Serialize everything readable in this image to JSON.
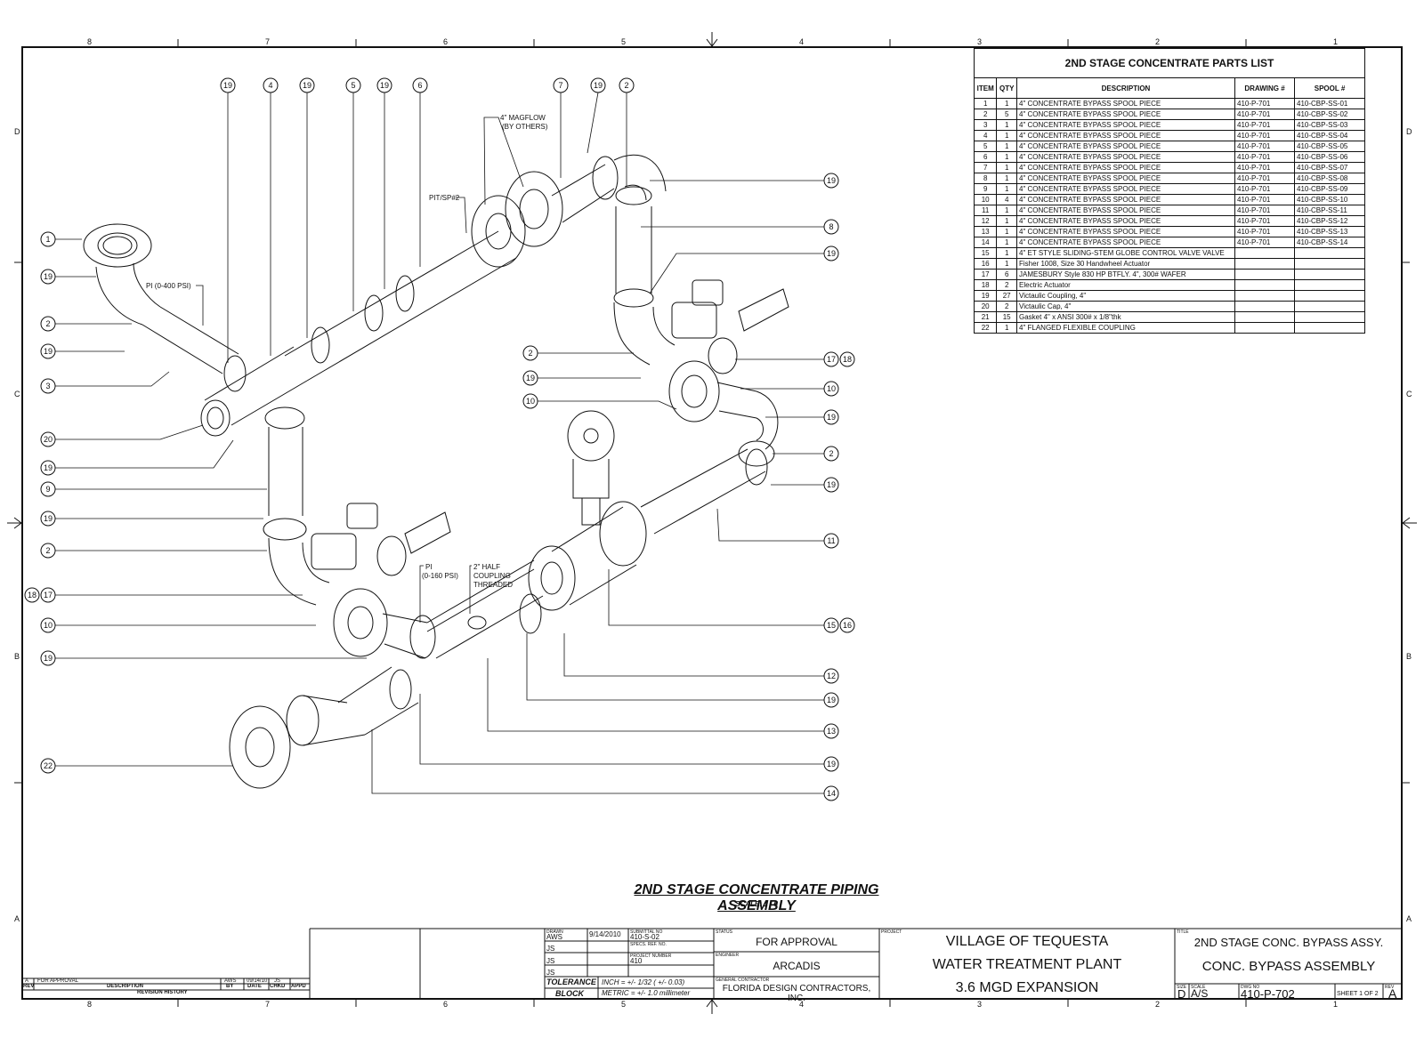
{
  "zones": {
    "columns": [
      "8",
      "7",
      "6",
      "5",
      "4",
      "3",
      "2",
      "1"
    ],
    "rows": [
      "D",
      "C",
      "B",
      "A"
    ]
  },
  "parts_list": {
    "title": "2ND STAGE CONCENTRATE PARTS LIST",
    "headers": [
      "ITEM",
      "QTY",
      "DESCRIPTION",
      "DRAWING #",
      "SPOOL #"
    ],
    "rows": [
      [
        "1",
        "1",
        "4\" CONCENTRATE BYPASS SPOOL PIECE",
        "410-P-701",
        "410-CBP-SS-01"
      ],
      [
        "2",
        "5",
        "4\" CONCENTRATE BYPASS SPOOL PIECE",
        "410-P-701",
        "410-CBP-SS-02"
      ],
      [
        "3",
        "1",
        "4\" CONCENTRATE BYPASS SPOOL PIECE",
        "410-P-701",
        "410-CBP-SS-03"
      ],
      [
        "4",
        "1",
        "4\" CONCENTRATE BYPASS SPOOL PIECE",
        "410-P-701",
        "410-CBP-SS-04"
      ],
      [
        "5",
        "1",
        "4\" CONCENTRATE BYPASS SPOOL PIECE",
        "410-P-701",
        "410-CBP-SS-05"
      ],
      [
        "6",
        "1",
        "4\" CONCENTRATE BYPASS SPOOL PIECE",
        "410-P-701",
        "410-CBP-SS-06"
      ],
      [
        "7",
        "1",
        "4\" CONCENTRATE BYPASS SPOOL PIECE",
        "410-P-701",
        "410-CBP-SS-07"
      ],
      [
        "8",
        "1",
        "4\" CONCENTRATE BYPASS SPOOL PIECE",
        "410-P-701",
        "410-CBP-SS-08"
      ],
      [
        "9",
        "1",
        "4\" CONCENTRATE BYPASS SPOOL PIECE",
        "410-P-701",
        "410-CBP-SS-09"
      ],
      [
        "10",
        "4",
        "4\" CONCENTRATE BYPASS SPOOL PIECE",
        "410-P-701",
        "410-CBP-SS-10"
      ],
      [
        "11",
        "1",
        "4\" CONCENTRATE BYPASS SPOOL PIECE",
        "410-P-701",
        "410-CBP-SS-11"
      ],
      [
        "12",
        "1",
        "4\" CONCENTRATE BYPASS SPOOL PIECE",
        "410-P-701",
        "410-CBP-SS-12"
      ],
      [
        "13",
        "1",
        "4\" CONCENTRATE BYPASS SPOOL PIECE",
        "410-P-701",
        "410-CBP-SS-13"
      ],
      [
        "14",
        "1",
        "4\" CONCENTRATE BYPASS SPOOL PIECE",
        "410-P-701",
        "410-CBP-SS-14"
      ],
      [
        "15",
        "1",
        "4\" ET STYLE SLIDING-STEM GLOBE CONTROL VALVE VALVE",
        "",
        ""
      ],
      [
        "16",
        "1",
        "Fisher 1008, Size 30 Handwheel Actuator",
        "",
        ""
      ],
      [
        "17",
        "6",
        "JAMESBURY Style 830 HP BTFLY. 4\", 300# WAFER",
        "",
        ""
      ],
      [
        "18",
        "2",
        "Electric Actuator",
        "",
        ""
      ],
      [
        "19",
        "27",
        "Victaulic Coupling, 4\"",
        "",
        ""
      ],
      [
        "20",
        "2",
        "Victaulic Cap, 4\"",
        "",
        ""
      ],
      [
        "21",
        "15",
        "Gasket 4\" x ANSI 300# x 1/8\"thk",
        "",
        ""
      ],
      [
        "22",
        "1",
        "4\" FLANGED FLEXIBLE COUPLING",
        "",
        ""
      ]
    ]
  },
  "callouts": {
    "magflow": [
      "4\" MAGFLOW",
      "(BY OTHERS)"
    ],
    "pit": "PIT/SP#2",
    "pi_top": "PI (0-400 PSI)",
    "pi_bottom": [
      "PI",
      "(0-160 PSI)"
    ],
    "half_coupling": [
      "2\" HALF",
      "COUPLING",
      "THREADED"
    ]
  },
  "top_bubbles": [
    "19",
    "4",
    "19",
    "5",
    "19",
    "6",
    "7",
    "19",
    "2"
  ],
  "left_bubbles": [
    "1",
    "19",
    "2",
    "19",
    "3",
    "20",
    "19",
    "9",
    "19",
    "2",
    "17",
    "18",
    "10",
    "19",
    "22"
  ],
  "right_bubbles": [
    "19",
    "8",
    "19",
    "17",
    "18",
    "10",
    "19",
    "2",
    "19",
    "11",
    "15",
    "16",
    "12",
    "19",
    "13",
    "19",
    "14",
    "2",
    "19",
    "10"
  ],
  "assembly": {
    "title": "2ND STAGE CONCENTRATE PIPING ASSEMBLY",
    "scale": "SCALE: 1 / 6"
  },
  "revision": {
    "rev": "A",
    "description": "FOR APPROVAL",
    "by": "AWS",
    "date": "09/14/10",
    "chkd": "JS",
    "headers": [
      "REV",
      "DESCRIPTION",
      "BY",
      "DATE",
      "CHKD",
      "APPD"
    ],
    "history_label": "REVISION HISTORY"
  },
  "title_block": {
    "drawn_label": "DRAWN",
    "drawn": "AWS",
    "drawn_date": "9/14/2010",
    "submittal_label": "SUBMITTAL NO",
    "submittal": "410-S-02",
    "spec_label": "SPECS. REF. NO.",
    "proj_no_label": "PROJECT NUMBER",
    "proj_no": "410",
    "chk1": "JS",
    "chk2": "JS",
    "chk3": "JS",
    "tolerance_label": "TOLERANCE",
    "block_label": "BLOCK",
    "inch": "INCH = +/- 1/32 ( +/- 0.03)",
    "metric": "METRIC = +/- 1.0 millimeter",
    "status_label": "STATUS",
    "status": "FOR APPROVAL",
    "engineer_label": "ENGINEER",
    "engineer": "ARCADIS",
    "gc_label": "GENERAL CONTRACTOR",
    "gc": "FLORIDA DESIGN CONTRACTORS, INC.",
    "project_label": "PROJECT",
    "project_lines": [
      "VILLAGE OF TEQUESTA",
      "WATER TREATMENT PLANT",
      "3.6 MGD EXPANSION"
    ],
    "title_label": "TITLE",
    "title1": "2ND STAGE CONC. BYPASS ASSY.",
    "title2": "CONC. BYPASS ASSEMBLY",
    "size_label": "SIZE",
    "size": "D",
    "scale_label": "SCALE",
    "scale": "A/S",
    "dwg_label": "DWG NO",
    "dwg": "410-P-702",
    "sheet": "SHEET 1  OF 2",
    "rev_label": "REV",
    "rev": "A"
  }
}
